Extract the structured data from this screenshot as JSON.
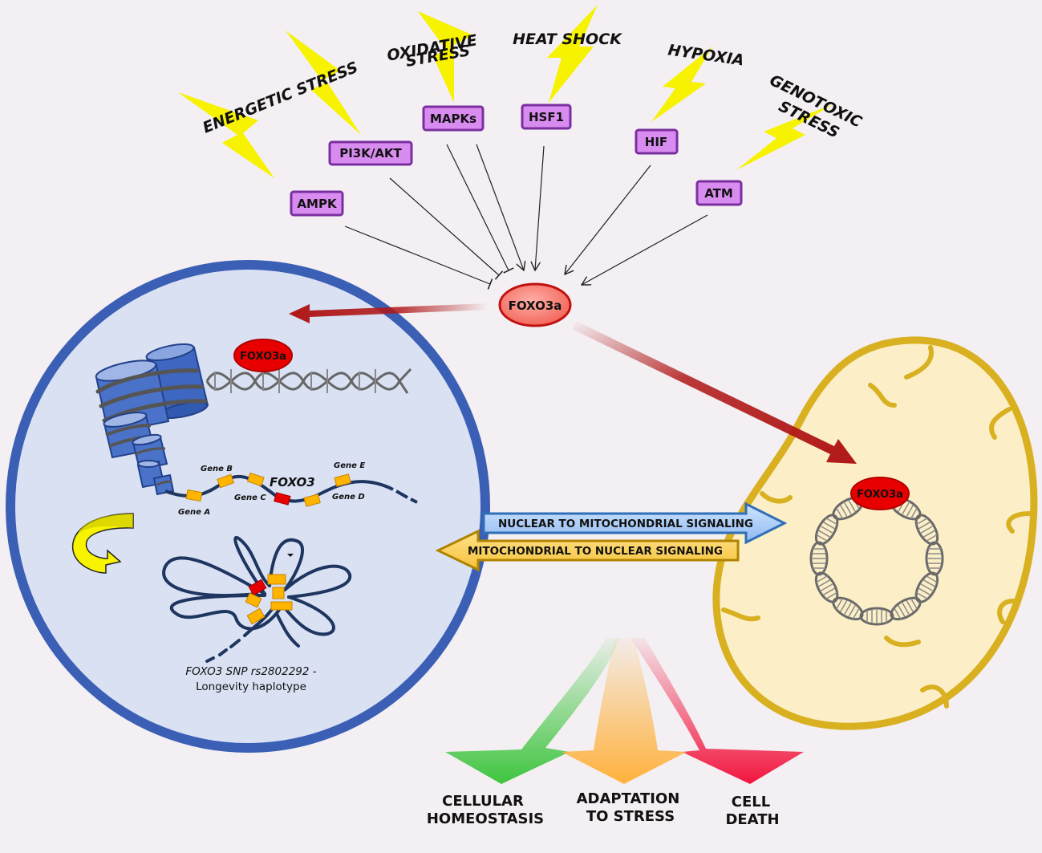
{
  "stresses": {
    "energetic": "ENERGETIC STRESS",
    "oxidative_line1": "OXIDATIVE",
    "oxidative_line2": "STRESS",
    "heat_shock": "HEAT SHOCK",
    "hypoxia": "HYPOXIA",
    "genotoxic_line1": "GENOTOXIC",
    "genotoxic_line2": "STRESS"
  },
  "kinases": {
    "ampk": "AMPK",
    "pi3k_akt": "PI3K/AKT",
    "mapks": "MAPKs",
    "hsf1": "HSF1",
    "hif": "HIF",
    "atm": "ATM"
  },
  "foxo3a": {
    "central": "FOXO3a",
    "nuclear": "FOXO3a",
    "mitochondrial": "FOXO3a"
  },
  "genes": {
    "gene_a": "Gene A",
    "gene_b": "Gene B",
    "gene_c": "Gene C",
    "gene_d": "Gene D",
    "gene_e": "Gene E",
    "foxo3": "FOXO3"
  },
  "snp": {
    "line1": "FOXO3 SNP rs2802292 -",
    "line2": "Longevity haplotype"
  },
  "signaling": {
    "nuclear_to_mito": "NUCLEAR TO MITOCHONDRIAL SIGNALING",
    "mito_to_nuclear": "MITOCHONDRIAL TO NUCLEAR SIGNALING"
  },
  "outcomes": {
    "homeostasis_line1": "CELLULAR",
    "homeostasis_line2": "HOMEOSTASIS",
    "adaptation_line1": "ADAPTATION",
    "adaptation_line2": "TO STRESS",
    "death_line1": "CELL",
    "death_line2": "DEATH"
  },
  "colors": {
    "background": "#f3eff2",
    "nucleus_fill": "#d9e1f3",
    "nucleus_border": "#3a5fb5",
    "mito_fill": "#fcefc8",
    "mito_border": "#d9b020",
    "kinase_fill": "#d98cf0",
    "foxo_red": "#e80000",
    "bolt_yellow": "#f6f200",
    "arrow_red": "#b01818",
    "homeostasis_green": "#3ec53e",
    "adaptation_orange": "#ffb13c",
    "death_red": "#f2153e"
  },
  "icons": [
    "lightning-bolt-icon",
    "nucleosome-icon",
    "dna-helix-icon",
    "curved-arrow-icon",
    "circular-dna-icon"
  ]
}
